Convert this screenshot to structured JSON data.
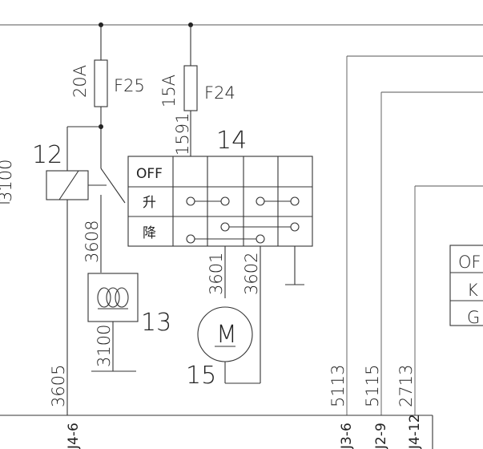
{
  "labels": {
    "fuse_f25": "F25",
    "fuse_f25_rating": "20A",
    "fuse_f24": "F24",
    "fuse_f24_rating": "15A",
    "relay_ref": "12",
    "switch_ref": "14",
    "motor_ref": "15",
    "coil_ref": "13",
    "motor_symbol": "M",
    "cut_left": "3100"
  },
  "wires": {
    "w1591": "1591",
    "w3608": "3608",
    "w3100": "3100",
    "w3605": "3605",
    "w3601": "3601",
    "w3602": "3602",
    "w5113": "5113",
    "w5115": "5115",
    "w2713": "2713"
  },
  "switch_table": {
    "rows": [
      "OFF",
      "升",
      "降"
    ]
  },
  "connectors": {
    "c1": "J4-6",
    "c2": "J3-6",
    "c3": "J2-9",
    "c4": "J4-12"
  },
  "right_block": {
    "rows": [
      "OF",
      "K",
      "G"
    ]
  }
}
